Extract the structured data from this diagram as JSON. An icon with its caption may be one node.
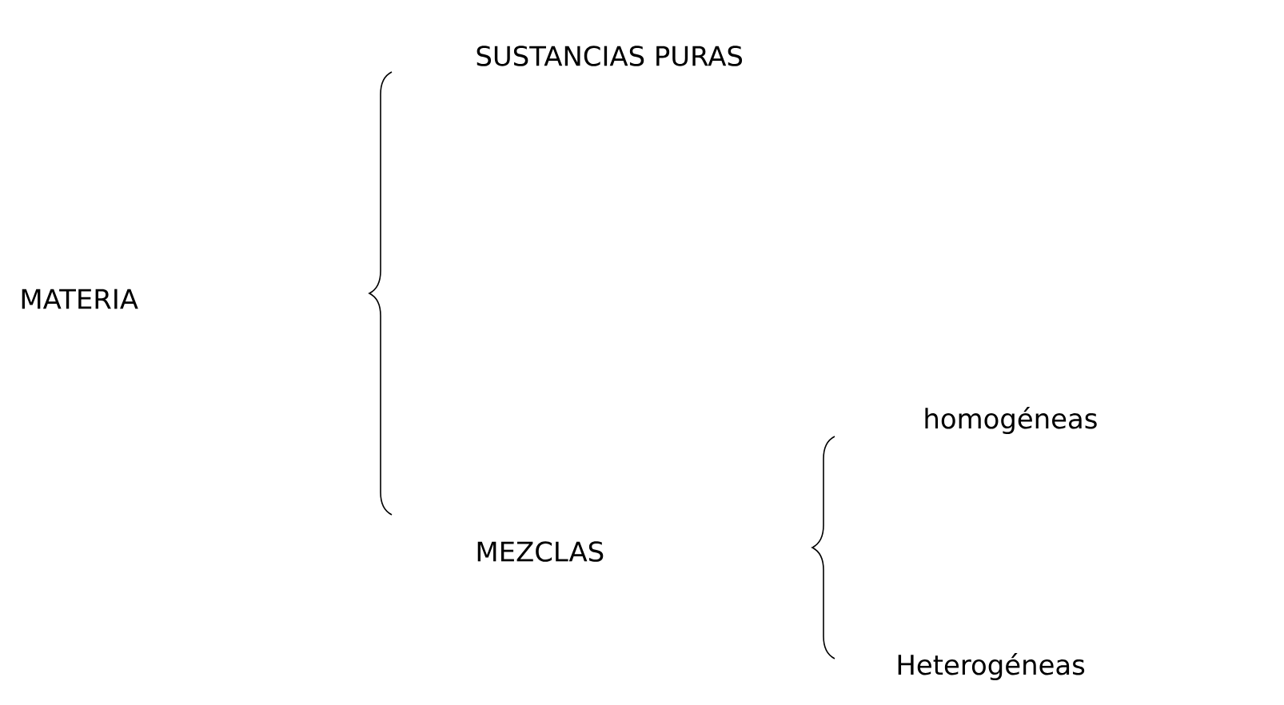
{
  "diagram": {
    "labels": [
      "SUSTANCIAS PURAS",
      "MATERIA",
      "homogéneas",
      "MEZCLAS",
      "Heterogéneas"
    ]
  }
}
